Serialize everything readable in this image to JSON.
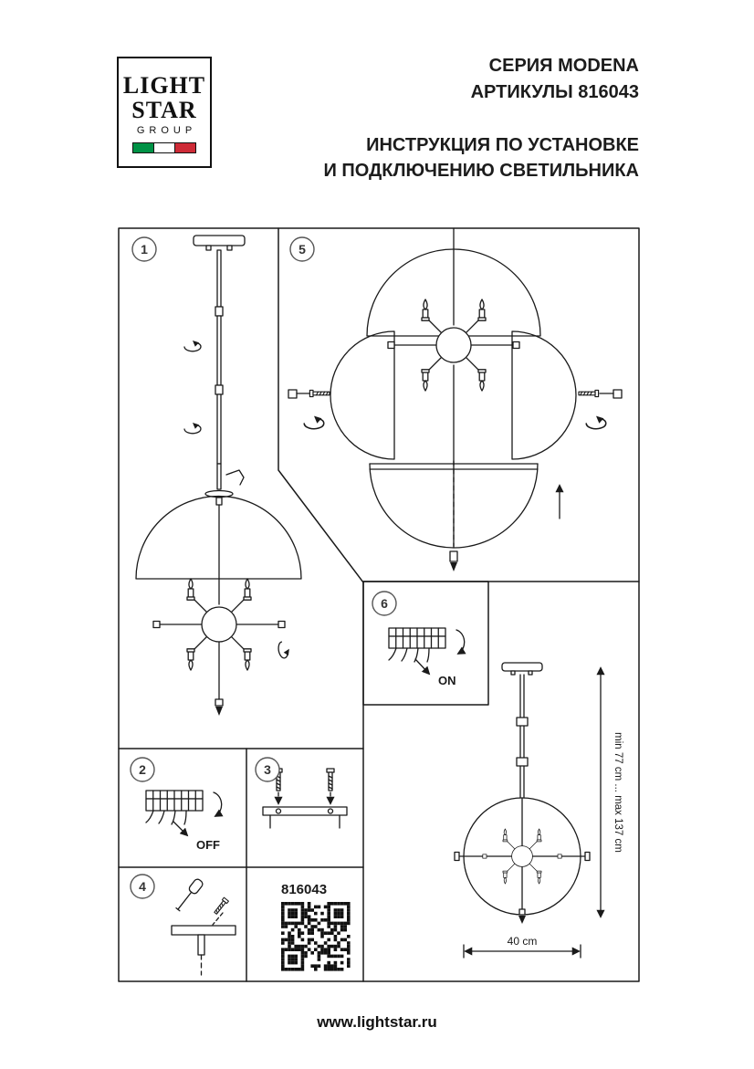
{
  "header": {
    "series": "СЕРИЯ MODENA",
    "articles": "АРТИКУЛЫ 816043",
    "instruction_line1": "ИНСТРУКЦИЯ ПО УСТАНОВКЕ",
    "instruction_line2": "И ПОДКЛЮЧЕНИЮ СВЕТИЛЬНИКА",
    "logo": {
      "line1": "LIGHT",
      "line2": "STAR",
      "line3": "GROUP",
      "flag_colors": [
        "#009246",
        "#ffffff",
        "#ce2b37"
      ]
    }
  },
  "steps": {
    "s1": "1",
    "s2": "2",
    "s3": "3",
    "s4": "4",
    "s5": "5",
    "s6": "6"
  },
  "labels": {
    "on": "ON",
    "off": "OFF",
    "article": "816043",
    "height_range": "min 77 cm ... max 137 cm",
    "width": "40 cm"
  },
  "footer": {
    "website": "www.lightstar.ru"
  },
  "colors": {
    "line": "#1a1a1a",
    "background": "#ffffff"
  }
}
